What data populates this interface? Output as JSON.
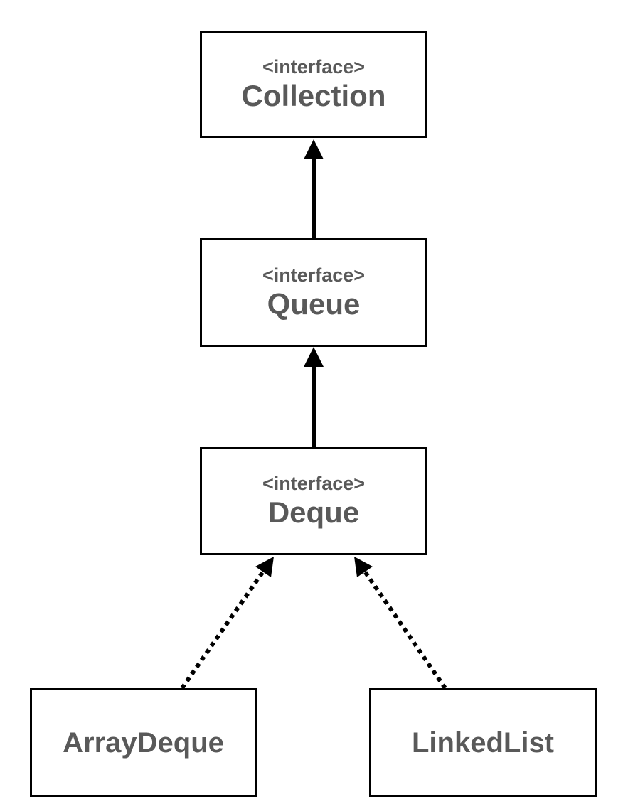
{
  "diagram": {
    "nodes": [
      {
        "id": "collection",
        "stereotype": "<interface>",
        "name": "Collection"
      },
      {
        "id": "queue",
        "stereotype": "<interface>",
        "name": "Queue"
      },
      {
        "id": "deque",
        "stereotype": "<interface>",
        "name": "Deque"
      },
      {
        "id": "arraydeque",
        "name": "ArrayDeque"
      },
      {
        "id": "linkedlist",
        "name": "LinkedList"
      }
    ],
    "edges": [
      {
        "from": "queue",
        "to": "collection",
        "style": "solid"
      },
      {
        "from": "deque",
        "to": "queue",
        "style": "solid"
      },
      {
        "from": "arraydeque",
        "to": "deque",
        "style": "dotted"
      },
      {
        "from": "linkedlist",
        "to": "deque",
        "style": "dotted"
      }
    ],
    "colors": {
      "text": "#595959",
      "lines": "#000000",
      "background": "#ffffff"
    }
  }
}
